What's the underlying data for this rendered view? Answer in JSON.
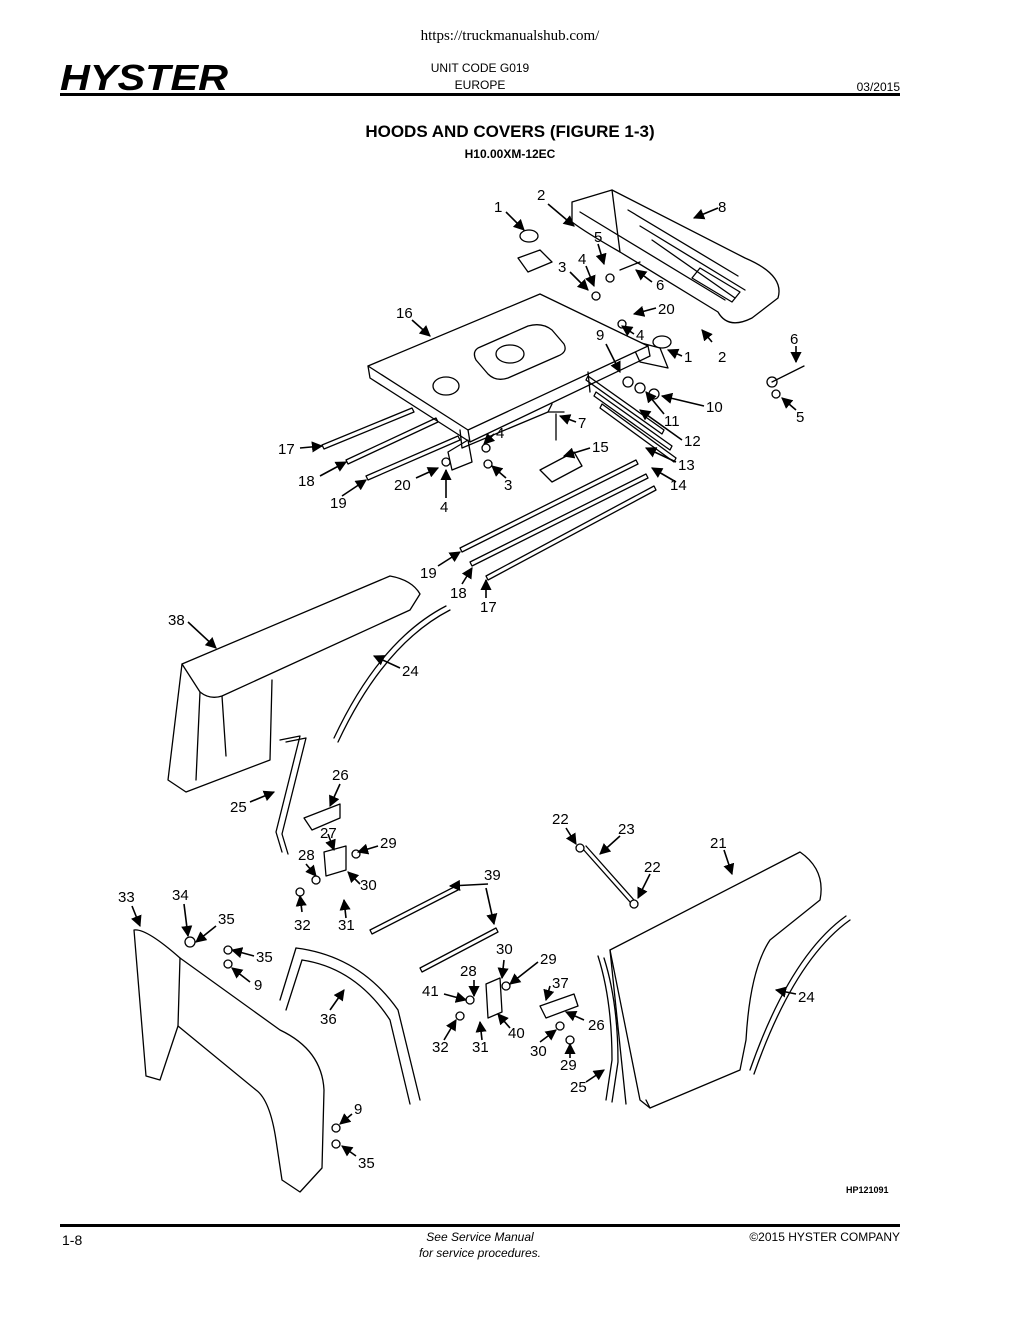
{
  "header": {
    "url": "https://truckmanualshub.com/",
    "brand": "HYSTER",
    "unit_code": "UNIT CODE G019",
    "region": "EUROPE",
    "date": "03/2015"
  },
  "figure": {
    "title": "HOODS AND COVERS (FIGURE 1-3)",
    "subtitle": "H10.00XM-12EC",
    "code": "HP121091"
  },
  "callouts": [
    {
      "id": "c1a",
      "text": "1"
    },
    {
      "id": "c2a",
      "text": "2"
    },
    {
      "id": "c8",
      "text": "8"
    },
    {
      "id": "c5a",
      "text": "5"
    },
    {
      "id": "c3a",
      "text": "3"
    },
    {
      "id": "c4a",
      "text": "4"
    },
    {
      "id": "c6a",
      "text": "6"
    },
    {
      "id": "c20a",
      "text": "20"
    },
    {
      "id": "c16",
      "text": "16"
    },
    {
      "id": "c9a",
      "text": "9"
    },
    {
      "id": "c4b",
      "text": "4"
    },
    {
      "id": "c1b",
      "text": "1"
    },
    {
      "id": "c2b",
      "text": "2"
    },
    {
      "id": "c6b",
      "text": "6"
    },
    {
      "id": "c5b",
      "text": "5"
    },
    {
      "id": "c10",
      "text": "10"
    },
    {
      "id": "c11",
      "text": "11"
    },
    {
      "id": "c7",
      "text": "7"
    },
    {
      "id": "c12",
      "text": "12"
    },
    {
      "id": "c4c",
      "text": "4"
    },
    {
      "id": "c17a",
      "text": "17"
    },
    {
      "id": "c15",
      "text": "15"
    },
    {
      "id": "c13",
      "text": "13"
    },
    {
      "id": "c18a",
      "text": "18"
    },
    {
      "id": "c20b",
      "text": "20"
    },
    {
      "id": "c3b",
      "text": "3"
    },
    {
      "id": "c14",
      "text": "14"
    },
    {
      "id": "c19a",
      "text": "19"
    },
    {
      "id": "c4d",
      "text": "4"
    },
    {
      "id": "c19b",
      "text": "19"
    },
    {
      "id": "c18b",
      "text": "18"
    },
    {
      "id": "c17b",
      "text": "17"
    },
    {
      "id": "c38",
      "text": "38"
    },
    {
      "id": "c24a",
      "text": "24"
    },
    {
      "id": "c26a",
      "text": "26"
    },
    {
      "id": "c25a",
      "text": "25"
    },
    {
      "id": "c27",
      "text": "27"
    },
    {
      "id": "c29a",
      "text": "29"
    },
    {
      "id": "c28a",
      "text": "28"
    },
    {
      "id": "c30a",
      "text": "30"
    },
    {
      "id": "c32a",
      "text": "32"
    },
    {
      "id": "c31a",
      "text": "31"
    },
    {
      "id": "c22a",
      "text": "22"
    },
    {
      "id": "c23",
      "text": "23"
    },
    {
      "id": "c21",
      "text": "21"
    },
    {
      "id": "c22b",
      "text": "22"
    },
    {
      "id": "c39",
      "text": "39"
    },
    {
      "id": "c33",
      "text": "33"
    },
    {
      "id": "c34",
      "text": "34"
    },
    {
      "id": "c35a",
      "text": "35"
    },
    {
      "id": "c35b",
      "text": "35"
    },
    {
      "id": "c9b",
      "text": "9"
    },
    {
      "id": "c30b",
      "text": "30"
    },
    {
      "id": "c29b",
      "text": "29"
    },
    {
      "id": "c28b",
      "text": "28"
    },
    {
      "id": "c37",
      "text": "37"
    },
    {
      "id": "c41",
      "text": "41"
    },
    {
      "id": "c24b",
      "text": "24"
    },
    {
      "id": "c26b",
      "text": "26"
    },
    {
      "id": "c36",
      "text": "36"
    },
    {
      "id": "c40",
      "text": "40"
    },
    {
      "id": "c32b",
      "text": "32"
    },
    {
      "id": "c31b",
      "text": "31"
    },
    {
      "id": "c30c",
      "text": "30"
    },
    {
      "id": "c29c",
      "text": "29"
    },
    {
      "id": "c25b",
      "text": "25"
    },
    {
      "id": "c9c",
      "text": "9"
    },
    {
      "id": "c35c",
      "text": "35"
    }
  ],
  "footer": {
    "page": "1-8",
    "note_line1": "See Service Manual",
    "note_line2": "for service procedures.",
    "copyright": "©2015 HYSTER COMPANY"
  }
}
